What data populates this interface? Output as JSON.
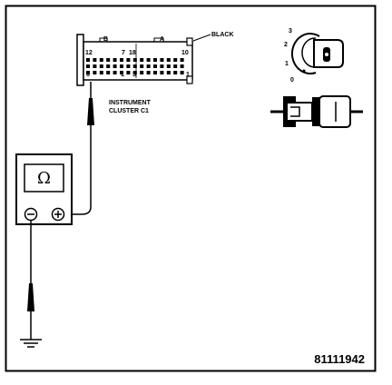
{
  "connector": {
    "color_label": "BLACK",
    "name_line1": "INSTRUMENT",
    "name_line2": "CLUSTER C1",
    "row_label_b": "B",
    "row_label_a": "A",
    "pin_12": "12",
    "pin_7": "7",
    "pin_18": "18",
    "pin_10": "10",
    "pin_6": "6",
    "pin_1_left": "1",
    "pin_3": "3",
    "pin_1_right": "1"
  },
  "ignition": {
    "pos_3": "3",
    "pos_2": "2",
    "pos_1": "1",
    "pos_0": "0"
  },
  "meter": {
    "symbol": "Ω",
    "minus": "−",
    "plus": "+"
  },
  "figure_number": "81111942"
}
